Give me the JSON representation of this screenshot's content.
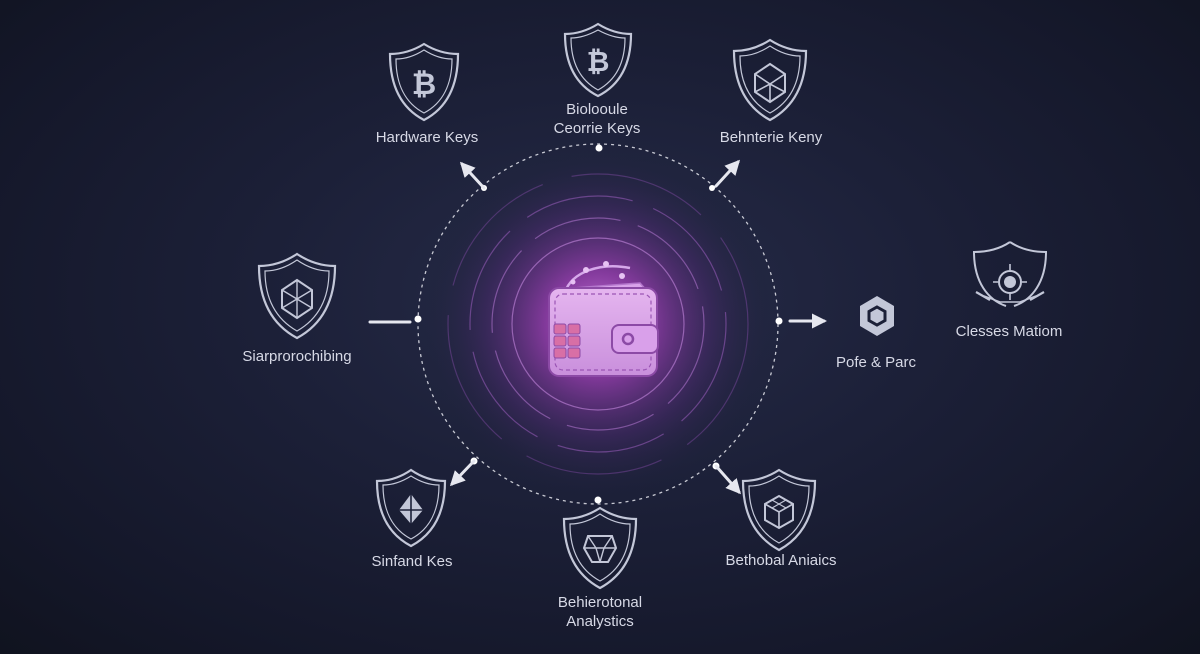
{
  "center": {
    "icon": "wallet-icon",
    "glow_color": "#b04fc4"
  },
  "colors": {
    "background": "#1c2038",
    "icon_stroke": "#c3c7d8",
    "line": "#e6e7ef"
  },
  "nodes": [
    {
      "id": "hardware-keys",
      "icon": "bitcoin-shield-icon",
      "label": [
        "Hardware Keys"
      ]
    },
    {
      "id": "biometric-keys",
      "icon": "bitcoin-shield-icon",
      "label": [
        "Biolooule",
        "Ceorrie Keys"
      ]
    },
    {
      "id": "behavioral-keys",
      "icon": "cube-shield-icon",
      "label": [
        "Behnterie Keny"
      ]
    },
    {
      "id": "sharprochiping",
      "icon": "cube-shield-icon",
      "label": [
        "Siarprorochibing"
      ]
    },
    {
      "id": "pole-parc",
      "icon": "hexagon-icon",
      "label": [
        "Pofe & Parc"
      ]
    },
    {
      "id": "closes-mation",
      "icon": "target-shield-icon",
      "label": [
        "Clesses Matiom"
      ]
    },
    {
      "id": "standard-keys",
      "icon": "diamond-shield-icon",
      "label": [
        "Sinfand Kes"
      ]
    },
    {
      "id": "behavioral-analytics",
      "icon": "gem-shield-icon",
      "label": [
        "Behierotonal",
        "Analystics"
      ]
    },
    {
      "id": "behobal-analics",
      "icon": "cube-shield-icon",
      "label": [
        "Bethobal Aniaics"
      ]
    }
  ]
}
